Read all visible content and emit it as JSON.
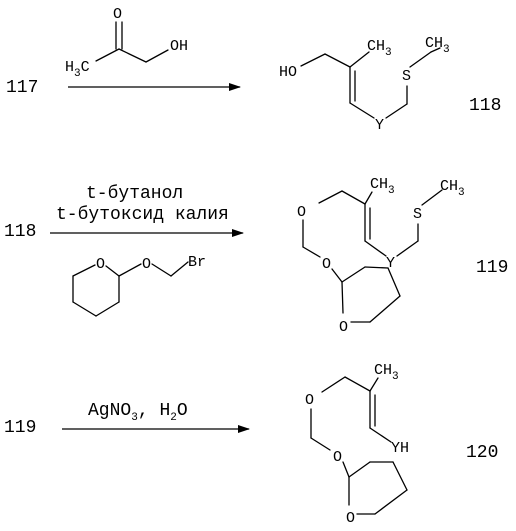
{
  "compounds": {
    "c117": "117",
    "c118": "118",
    "c118_start": "118",
    "c119": "119",
    "c119_start": "119",
    "c120": "120"
  },
  "atoms": {
    "O": "O",
    "OH": "OH",
    "HO": "HO",
    "H3C_H": "H",
    "H3C_3": "3",
    "H3C_C": "C",
    "CH3_C": "CH",
    "CH3_3": "3",
    "S": "S",
    "Y": "Y",
    "YH": "YH",
    "Br": "Br"
  },
  "step1": {},
  "step2": {
    "reagent_line1": "t-бутанол",
    "reagent_line2": "t-бутоксид калия"
  },
  "step3": {
    "reagent_a": "AgNO",
    "reagent_a_sub": "3",
    "reagent_sep": ", ",
    "reagent_b": "H",
    "reagent_b_sub": "2",
    "reagent_b_end": "O"
  }
}
